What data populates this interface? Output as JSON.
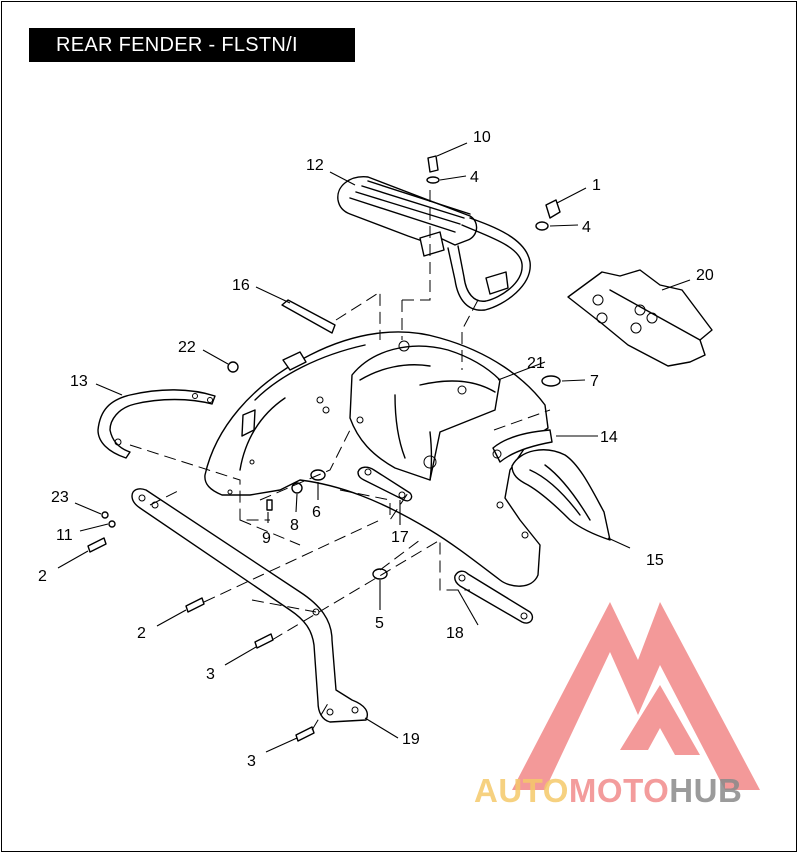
{
  "title": "REAR FENDER - FLSTN/I",
  "brand": {
    "part1": "AUTO",
    "part2": "MOTO",
    "part3": "HUB",
    "color1": "#f5c96b",
    "color2": "#f28b8b",
    "color3": "#8a8a8a",
    "logo_color": "#f07f7f"
  },
  "callouts": [
    "1",
    "2",
    "2",
    "3",
    "3",
    "4",
    "4",
    "5",
    "6",
    "7",
    "8",
    "9",
    "10",
    "11",
    "12",
    "13",
    "14",
    "15",
    "16",
    "17",
    "18",
    "19",
    "20",
    "21",
    "22",
    "23"
  ]
}
